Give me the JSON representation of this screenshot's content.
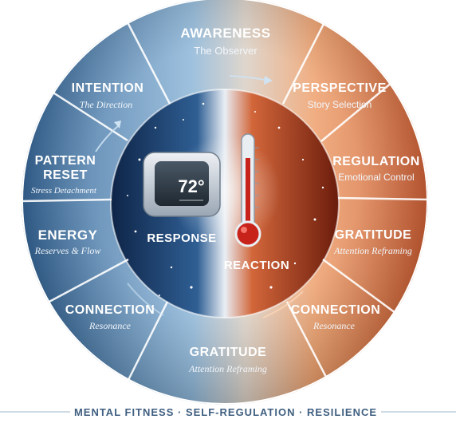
{
  "thermostat": {
    "value": "72°"
  },
  "center": {
    "left_label": "RESPONSE",
    "right_label": "REACTION"
  },
  "segments": [
    {
      "title": "AWARENESS",
      "subtitle": "The Observer"
    },
    {
      "title": "PERSPECTIVE",
      "subtitle": "Story Selection"
    },
    {
      "title": "REGULATION",
      "subtitle": "Emotional Control"
    },
    {
      "title": "GRATITUDE",
      "subtitle": "Attention Reframing"
    },
    {
      "title": "CONNECTION",
      "subtitle": "Resonance"
    },
    {
      "title": "GRATITUDE",
      "subtitle": "Attention Reframing"
    },
    {
      "title": "CONNECTION",
      "subtitle": "Resonance"
    },
    {
      "title": "ENERGY",
      "subtitle": "Reserves & Flow"
    },
    {
      "title_line1": "PATTERN",
      "title_line2": "RESET",
      "subtitle": "Stress Detachment"
    },
    {
      "title": "INTENTION",
      "subtitle": "The Direction"
    }
  ],
  "footer": {
    "text": "MENTAL FITNESS · SELF-REGULATION · RESILIENCE"
  },
  "colors": {
    "cool_dark": "#1f4a7a",
    "cool_light": "#9fc3de",
    "warm_dark": "#b9441b",
    "warm_light": "#f4b07a",
    "divider": "#ffffff",
    "footer": "#3f5f80"
  }
}
